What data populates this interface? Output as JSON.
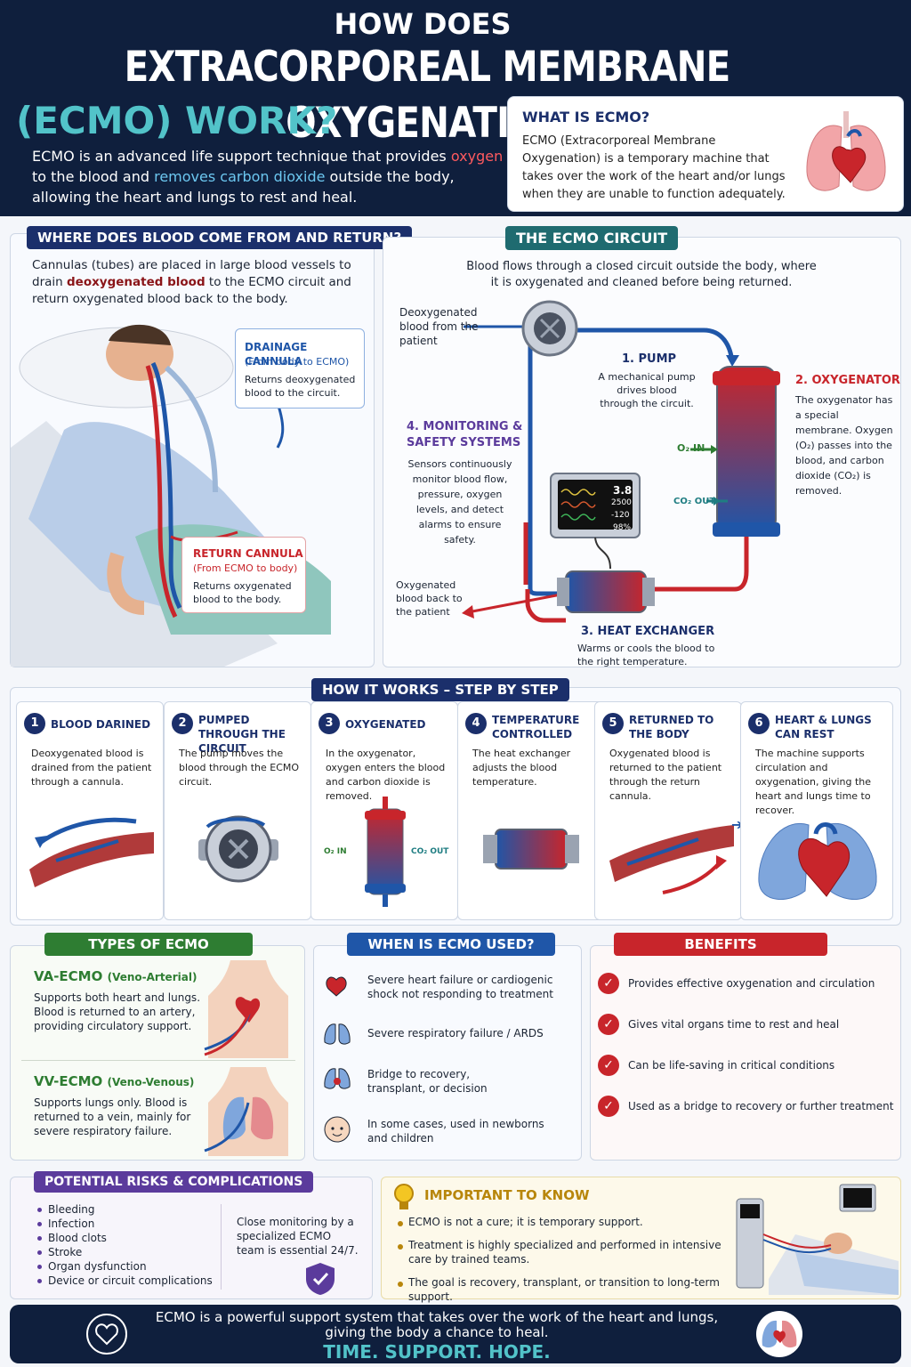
{
  "header": {
    "line1": "HOW DOES",
    "line2": "EXTRACORPOREAL MEMBRANE OXYGENATION",
    "line3": "(ECMO) WORK?",
    "intro_a": "ECMO is an advanced life support technique that provides",
    "intro_oxygen": "oxygen",
    "intro_b": "to the blood and",
    "intro_removes": "removes carbon dioxide",
    "intro_c": "outside the body,",
    "intro_d": "allowing the heart and lungs to rest and heal."
  },
  "what_is": {
    "title": "WHAT IS ECMO?",
    "body": "ECMO (Extracorporeal Membrane Oxygenation) is a temporary machine that takes over the work of the heart and/or lungs when they are unable to function adequately."
  },
  "blood_source": {
    "title": "WHERE DOES BLOOD COME FROM AND RETURN?",
    "intro_a": "Cannulas (tubes) are placed in large blood vessels to drain",
    "intro_deox": "deoxygenated blood",
    "intro_b": "to the ECMO circuit and return oxygenated blood back to the body.",
    "drainage_title": "DRAINAGE CANNULA",
    "drainage_sub": "(From body to ECMO)",
    "drainage_body": "Returns deoxygenated blood to the circuit.",
    "return_title": "RETURN CANNULA",
    "return_sub": "(From ECMO to body)",
    "return_body": "Returns oxygenated blood to the body."
  },
  "circuit": {
    "title": "THE ECMO CIRCUIT",
    "intro": "Blood flows through a closed circuit outside the body, where it is oxygenated and cleaned before being returned.",
    "deox_label": "Deoxygenated blood from the patient",
    "pump_title": "1. PUMP",
    "pump_body": "A mechanical pump drives blood through the circuit.",
    "oxy_title": "2. OXYGENATOR",
    "oxy_body": "The oxygenator has a special membrane. Oxygen (O₂) passes into the blood, and carbon dioxide (CO₂) is removed.",
    "o2_in": "O₂ IN",
    "co2_out": "CO₂ OUT",
    "mon_title": "4. MONITORING & SAFETY SYSTEMS",
    "mon_body": "Sensors continuously monitor blood flow, pressure, oxygen levels, and detect alarms to ensure safety.",
    "monitor_values": [
      "3.8",
      "2500",
      "-120",
      "98%"
    ],
    "oxy_back_label": "Oxygenated blood back to the patient",
    "hx_title": "3. HEAT EXCHANGER",
    "hx_body": "Warms or cools the blood to the right temperature."
  },
  "steps": {
    "title": "HOW IT WORKS – STEP BY STEP",
    "items": [
      {
        "num": "1",
        "title": "BLOOD DARINED",
        "body": "Deoxygenated blood is drained from the patient through a cannula."
      },
      {
        "num": "2",
        "title": "PUMPED THROUGH THE CIRCUIT",
        "body": "The pump moves the blood through the ECMO circuit."
      },
      {
        "num": "3",
        "title": "OXYGENATED",
        "body": "In the oxygenator, oxygen enters the blood and carbon dioxide is removed."
      },
      {
        "num": "4",
        "title": "TEMPERATURE CONTROLLED",
        "body": "The heat exchanger adjusts the blood temperature."
      },
      {
        "num": "5",
        "title": "RETURNED TO THE BODY",
        "body": "Oxygenated blood is returned to the patient through the return cannula."
      },
      {
        "num": "6",
        "title": "HEART & LUNGS CAN REST",
        "body": "The machine supports circulation and oxygenation, giving the heart and lungs time to recover."
      }
    ],
    "o2_in": "O₂ IN",
    "co2_out": "CO₂ OUT"
  },
  "types": {
    "title": "TYPES OF ECMO",
    "va_title": "VA-ECMO",
    "va_sub": "(Veno-Arterial)",
    "va_body": "Supports both heart and lungs. Blood is returned to an artery, providing circulatory support.",
    "vv_title": "VV-ECMO",
    "vv_sub": "(Veno-Venous)",
    "vv_body": "Supports lungs only. Blood is returned to a vein, mainly for severe respiratory failure."
  },
  "when": {
    "title": "WHEN IS ECMO USED?",
    "items": [
      "Severe heart failure or cardiogenic shock not responding to treatment",
      "Severe respiratory failure / ARDS",
      "Bridge to recovery, transplant, or decision",
      "In some cases, used in newborns and children"
    ]
  },
  "benefits": {
    "title": "BENEFITS",
    "items": [
      "Provides effective oxygenation and circulation",
      "Gives vital organs time to rest and heal",
      "Can be life-saving in critical conditions",
      "Used as a bridge to recovery or further treatment"
    ]
  },
  "risks": {
    "title": "POTENTIAL RISKS & COMPLICATIONS",
    "items": [
      "Bleeding",
      "Infection",
      "Blood clots",
      "Stroke",
      "Organ dysfunction",
      "Device or circuit complications"
    ],
    "note": "Close monitoring by a specialized ECMO team is essential 24/7."
  },
  "important": {
    "title": "IMPORTANT TO KNOW",
    "items": [
      "ECMO is not a cure; it is temporary support.",
      "Treatment is highly specialized and performed in intensive care by trained teams.",
      "The goal is recovery, transplant, or transition to long-term support."
    ]
  },
  "footer": {
    "line": "ECMO is a powerful support system that takes over the work of the heart and lungs, giving the body a chance to heal.",
    "tagline": "TIME. SUPPORT. HOPE."
  },
  "colors": {
    "navy": "#0f1f3d",
    "red": "#c8252b",
    "blue": "#1f56a8",
    "teal": "#1f7d82",
    "green": "#2e7d32",
    "purple": "#5b3b9c"
  }
}
